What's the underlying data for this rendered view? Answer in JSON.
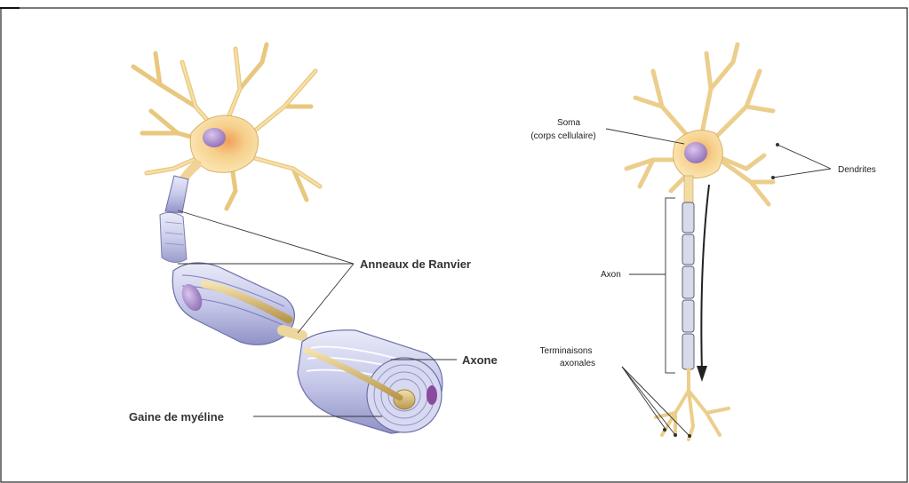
{
  "left_diagram": {
    "label_nodes": "Anneaux de Ranvier",
    "label_axon": "Axone",
    "label_myelin": "Gaine de myéline"
  },
  "right_diagram": {
    "label_soma_line1": "Soma",
    "label_soma_line2": "(corps cellulaire)",
    "label_dendrites": "Dendrites",
    "label_axon": "Axon",
    "label_terminals_line1": "Terminaisons",
    "label_terminals_line2": "axonales"
  },
  "colors": {
    "dendrite": "#f5d89a",
    "dendrite_edge": "#c9a25a",
    "nucleus": "#a98bc7",
    "myelin": "#c5c8e8",
    "myelin_edge": "#6d70a8",
    "axon_core": "#d8c28a"
  }
}
